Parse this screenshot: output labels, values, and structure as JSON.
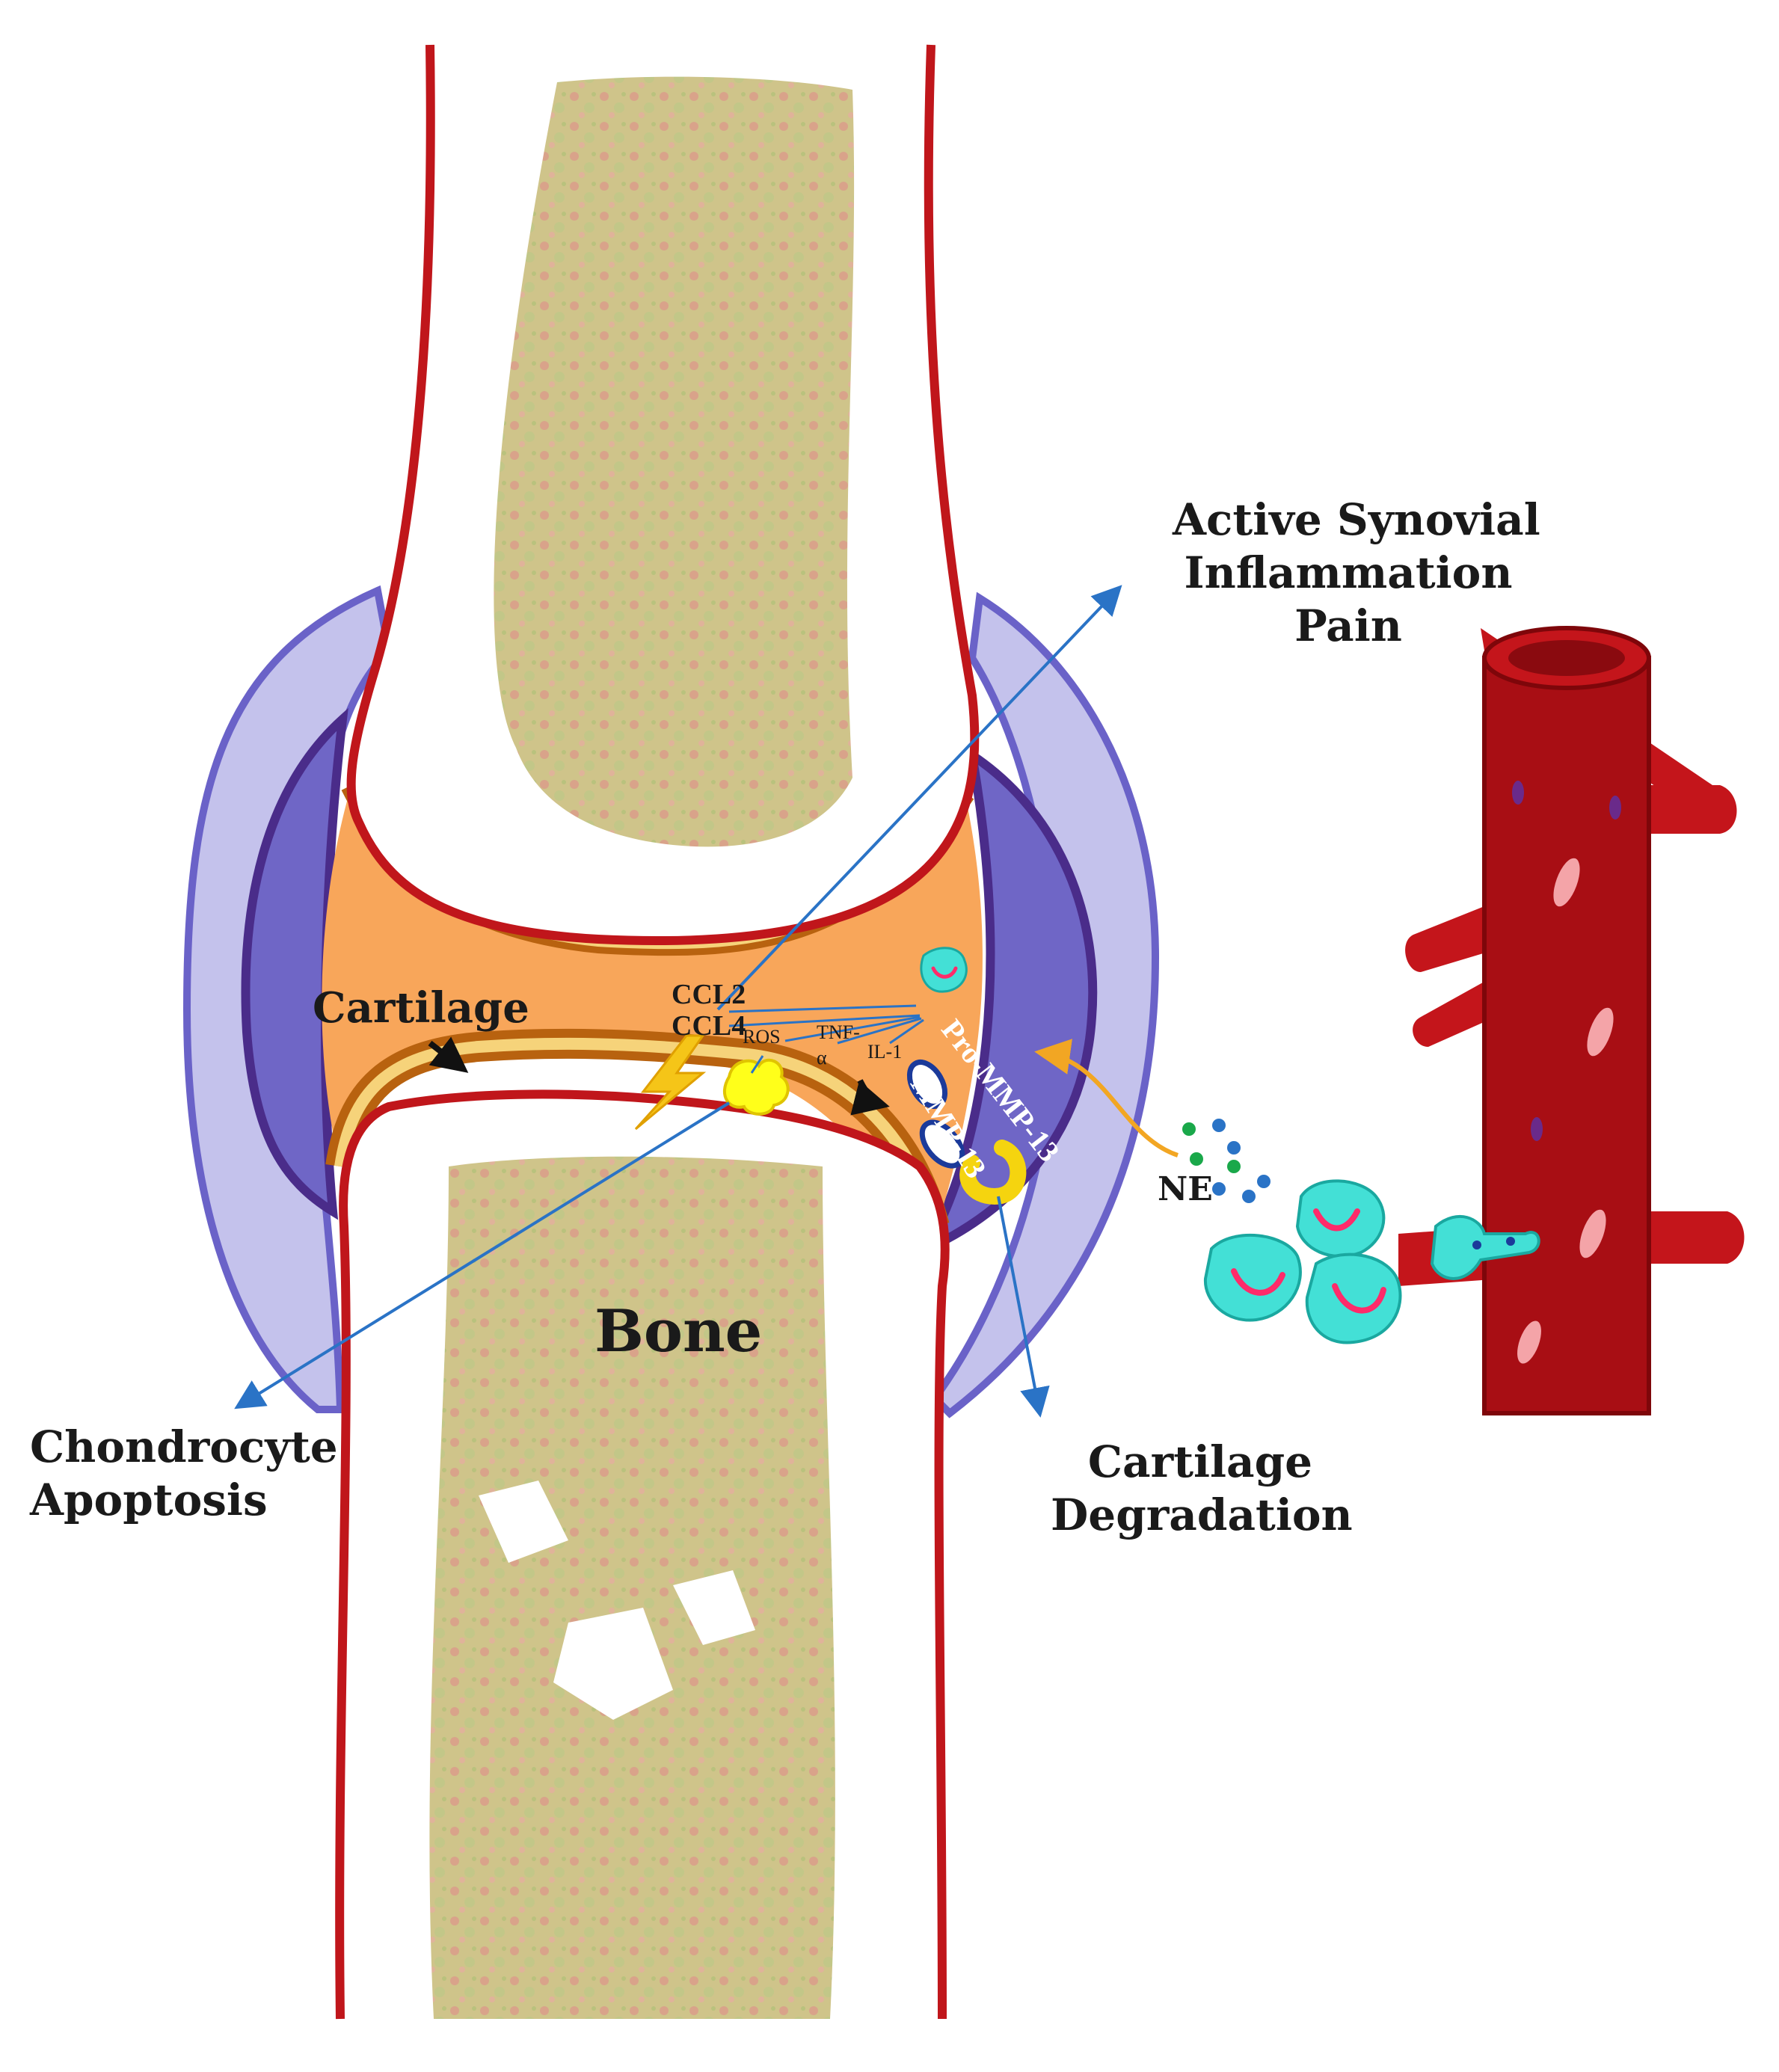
{
  "labels": {
    "cartilage": "Cartilage",
    "bone": "Bone",
    "ccl2": "CCL2",
    "ccl4": "CCL4",
    "ros": "ROS",
    "tnf_line1": "TNF-",
    "tnf_line2": "α",
    "il1": "IL-1",
    "pro_mmp13": "Pro-MMP-13",
    "mmp13": "MMP-13",
    "ne": "NE"
  },
  "outcomes": {
    "synovial": [
      "Active Synovial",
      "Inflammation",
      "Pain"
    ],
    "apoptosis": [
      "Chondrocyte",
      "Apoptosis"
    ],
    "degradation": [
      "Cartilage",
      "Degradation"
    ]
  },
  "colors": {
    "bone_outline": "#c0161b",
    "bone_marrow": "#cfc48a",
    "cartilage_fill": "#f8a65a",
    "cartilage_rim": "#b8620f",
    "cartilage_cream": "#f6d37a",
    "synovium_outer": "#c4c2ec",
    "synovium_mid": "#6f66c6",
    "synovium_inner": "#4a2c8a",
    "vessel": "#a80e14",
    "vessel_dark": "#7e060a",
    "arrow_blue": "#2a73c6",
    "arrow_orange": "#f2a623",
    "lightning": "#f5c518",
    "neutrophil": "#43e0d6",
    "nucleus": "#ff2b6a"
  }
}
